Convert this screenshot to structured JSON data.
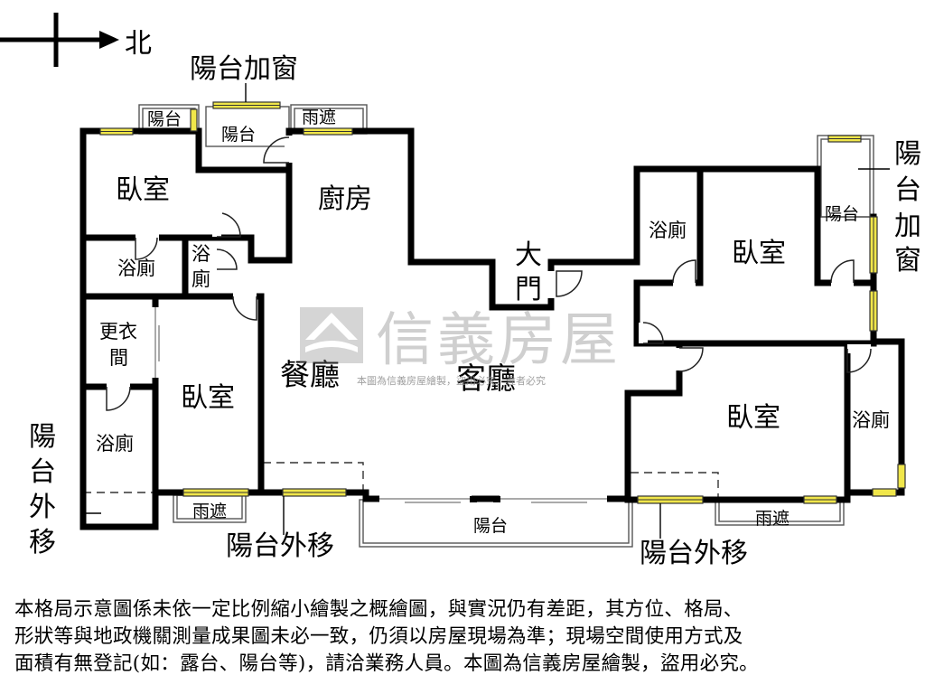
{
  "compass": {
    "label": "北"
  },
  "rooms": {
    "bedroom_nw": "臥室",
    "bath_nw": "浴廁",
    "bath_small_1": "浴",
    "bath_small_2": "廁",
    "closet_1": "更衣",
    "closet_2": "間",
    "bath_w": "浴廁",
    "bedroom_w": "臥室",
    "kitchen": "廚房",
    "dining": "餐廳",
    "living": "客廳",
    "entrance_1": "大",
    "entrance_2": "門",
    "bath_ne": "浴廁",
    "bedroom_ne": "臥室",
    "bedroom_se": "臥室",
    "bath_se": "浴廁",
    "balcony_top_left": "陽台",
    "balcony_top_mid": "陽台",
    "balcony_ne": "陽台",
    "balcony_south": "陽台",
    "awning_top": "雨遮",
    "awning_sw": "雨遮",
    "awning_se": "雨遮"
  },
  "annotations": {
    "balcony_window_top": "陽台加窗",
    "balcony_window_right": [
      "陽",
      "台",
      "加",
      "窗"
    ],
    "balcony_moved_left": [
      "陽",
      "台",
      "外",
      "移"
    ],
    "balcony_moved_bottom_left": "陽台外移",
    "balcony_moved_bottom_right": "陽台外移"
  },
  "watermark": {
    "brand": "信義房屋",
    "note": "本圖為信義房屋繪製，盜用必究，違者必究"
  },
  "disclaimer": [
    "本格局示意圖係未依一定比例縮小繪製之概繪圖，與實況仍有差距，其方位、格局、",
    "形狀等與地政機關測量成果圖未必一致，仍須以房屋現場為準；現場空間使用方式及",
    "面積有無登記(如：露台、陽台等)，請洽業務人員。本圖為信義房屋繪製，盜用必究。"
  ],
  "colors": {
    "window": "#f0e64a",
    "wall": "#000000",
    "watermark": "#777777"
  }
}
